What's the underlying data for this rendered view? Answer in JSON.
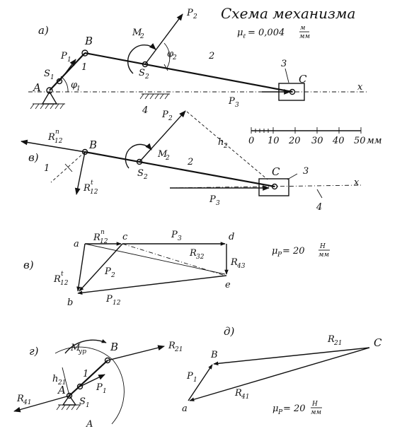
{
  "title": "Схема механизма",
  "scale_length": {
    "mu": "μ",
    "sub": "ℓ",
    "value": "= 0,004",
    "num": "м",
    "den": "мм"
  },
  "scale_ruler": {
    "ticks": [
      "0",
      "10",
      "20",
      "30",
      "40",
      "50"
    ],
    "unit": "мм"
  },
  "scale_force_1": {
    "mu": "μ",
    "sub": "P",
    "value": "= 20",
    "num": "Н",
    "den": "мм"
  },
  "scale_force_2": {
    "mu": "μ",
    "sub": "P",
    "value": "= 20",
    "num": "Н",
    "den": "мм"
  },
  "section_a": {
    "tag": "а)",
    "labels": {
      "A": "A",
      "B": "B",
      "C": "C",
      "S1": "S",
      "S1_sub": "1",
      "S2": "S",
      "S2_sub": "2",
      "P1": "P",
      "P1_sub": "1",
      "P2": "P",
      "P2_sub": "2",
      "P3": "P",
      "P3_sub": "3",
      "M2": "M",
      "M2_sub": "2",
      "phi1": "φ",
      "phi1_sub": "1",
      "phi2": "φ",
      "phi2_sub": "2",
      "link1": "1",
      "link2": "2",
      "link3": "3",
      "link4": "4",
      "axis": "x"
    }
  },
  "section_b": {
    "tag": "в)",
    "labels": {
      "B": "B",
      "C": "C",
      "S2": "S",
      "S2_sub": "2",
      "P2": "P",
      "P2_sub": "2",
      "P3": "P",
      "P3_sub": "3",
      "M2": "M",
      "M2_sub": "2",
      "h2": "h",
      "h2_sub": "2",
      "R12n": "R",
      "R12n_sub": "12",
      "R12n_sup": "n",
      "R12t": "R",
      "R12t_sub": "12",
      "R12t_sup": "t",
      "link1": "1",
      "link2": "2",
      "link3": "3",
      "link4": "4",
      "axis": "x"
    }
  },
  "section_v": {
    "tag": "в)",
    "labels": {
      "a": "a",
      "b": "b",
      "c": "c",
      "d": "d",
      "e": "e",
      "P3": "P",
      "P3_sub": "3",
      "P2": "P",
      "P2_sub": "2",
      "P12": "P",
      "P12_sub": "12",
      "R32": "R",
      "R32_sub": "32",
      "R43": "R",
      "R43_sub": "43",
      "R12n": "R",
      "R12n_sub": "12",
      "R12n_sup": "n",
      "R12t": "R",
      "R12t_sub": "12",
      "R12t_sup": "t"
    }
  },
  "section_g": {
    "tag": "г)",
    "labels": {
      "Myp": "M",
      "Myp_sub": "ур",
      "B": "B",
      "A": "A",
      "S1": "S",
      "S1_sub": "1",
      "R21": "R",
      "R21_sub": "21",
      "R41": "R",
      "R41_sub": "41",
      "P1": "P",
      "P1_sub": "1",
      "h21": "h",
      "h21_sub": "21",
      "link1": "1",
      "A_lower": "A"
    }
  },
  "section_d": {
    "tag": "д)",
    "labels": {
      "B": "B",
      "C": "C",
      "a": "a",
      "P1": "P",
      "P1_sub": "1",
      "R21": "R",
      "R21_sub": "21",
      "R41": "R",
      "R41_sub": "41"
    }
  }
}
